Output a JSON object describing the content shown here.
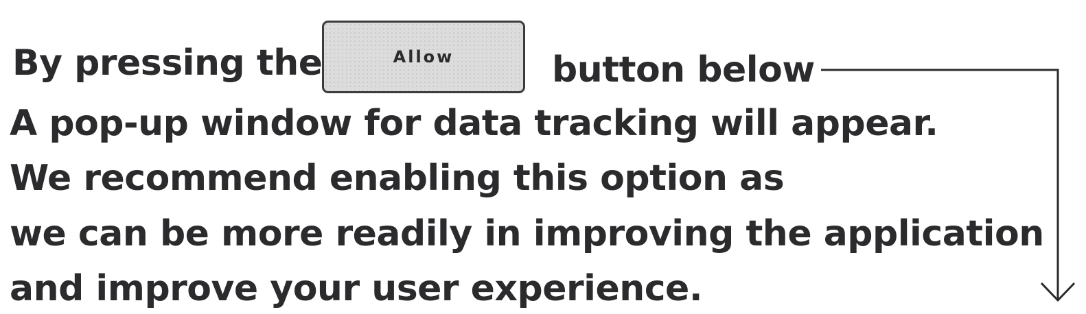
{
  "instruction": {
    "line1_before": "By pressing the",
    "line1_after": "button below",
    "line2": "A pop-up window for data tracking will appear.",
    "line3": "We recommend enabling this option as",
    "line4": "we can be more readily in improving the application",
    "line5": "and improve your user experience."
  },
  "button": {
    "label": "Allow"
  },
  "colors": {
    "text": "#2b2b2d",
    "button_fill": "#dcdcdc",
    "button_border": "#3b3b3d",
    "arrow": "#2b2b2d"
  },
  "icons": {
    "arrow": "down-arrow-icon"
  }
}
